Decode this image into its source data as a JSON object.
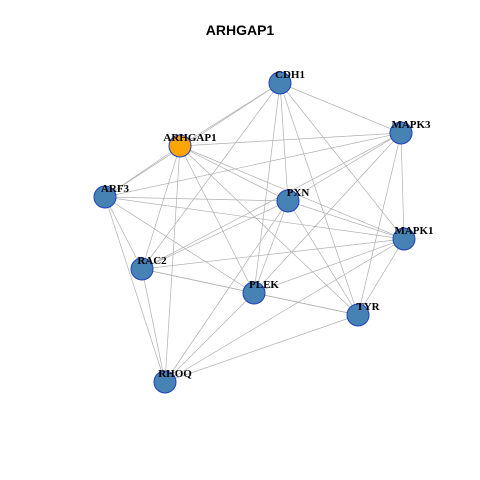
{
  "title": "ARHGAP1",
  "colors": {
    "node_fill": "#4682B4",
    "node_stroke": "#1f3fbf",
    "highlight_fill": "#FFA500",
    "edge": "#b0b0b0"
  },
  "nodes": [
    {
      "id": "CDH1",
      "label": "CDH1"
    },
    {
      "id": "MAPK3",
      "label": "MAPK3"
    },
    {
      "id": "ARHGAP1",
      "label": "ARHGAP1",
      "highlight": true
    },
    {
      "id": "ARF3",
      "label": "ARF3"
    },
    {
      "id": "PXN",
      "label": "PXN"
    },
    {
      "id": "MAPK1",
      "label": "MAPK1"
    },
    {
      "id": "RAC2",
      "label": "RAC2"
    },
    {
      "id": "PLEK",
      "label": "PLEK"
    },
    {
      "id": "TYR",
      "label": "TYR"
    },
    {
      "id": "RHOQ",
      "label": "RHOQ"
    }
  ],
  "edges": [
    [
      "CDH1",
      "ARHGAP1"
    ],
    [
      "CDH1",
      "ARF3"
    ],
    [
      "CDH1",
      "MAPK3"
    ],
    [
      "CDH1",
      "PXN"
    ],
    [
      "CDH1",
      "MAPK1"
    ],
    [
      "CDH1",
      "RAC2"
    ],
    [
      "CDH1",
      "PLEK"
    ],
    [
      "CDH1",
      "TYR"
    ],
    [
      "MAPK3",
      "ARHGAP1"
    ],
    [
      "MAPK3",
      "ARF3"
    ],
    [
      "MAPK3",
      "PXN"
    ],
    [
      "MAPK3",
      "MAPK1"
    ],
    [
      "MAPK3",
      "RAC2"
    ],
    [
      "MAPK3",
      "PLEK"
    ],
    [
      "MAPK3",
      "TYR"
    ],
    [
      "ARHGAP1",
      "ARF3"
    ],
    [
      "ARHGAP1",
      "PXN"
    ],
    [
      "ARHGAP1",
      "MAPK1"
    ],
    [
      "ARHGAP1",
      "RAC2"
    ],
    [
      "ARHGAP1",
      "PLEK"
    ],
    [
      "ARHGAP1",
      "TYR"
    ],
    [
      "ARHGAP1",
      "RHOQ"
    ],
    [
      "ARF3",
      "PXN"
    ],
    [
      "ARF3",
      "MAPK1"
    ],
    [
      "ARF3",
      "RAC2"
    ],
    [
      "ARF3",
      "PLEK"
    ],
    [
      "ARF3",
      "RHOQ"
    ],
    [
      "PXN",
      "MAPK1"
    ],
    [
      "PXN",
      "RAC2"
    ],
    [
      "PXN",
      "PLEK"
    ],
    [
      "PXN",
      "TYR"
    ],
    [
      "PXN",
      "RHOQ"
    ],
    [
      "MAPK1",
      "RAC2"
    ],
    [
      "MAPK1",
      "PLEK"
    ],
    [
      "MAPK1",
      "TYR"
    ],
    [
      "MAPK1",
      "RHOQ"
    ],
    [
      "RAC2",
      "PLEK"
    ],
    [
      "RAC2",
      "TYR"
    ],
    [
      "RAC2",
      "RHOQ"
    ],
    [
      "PLEK",
      "TYR"
    ],
    [
      "PLEK",
      "RHOQ"
    ],
    [
      "TYR",
      "RHOQ"
    ]
  ]
}
